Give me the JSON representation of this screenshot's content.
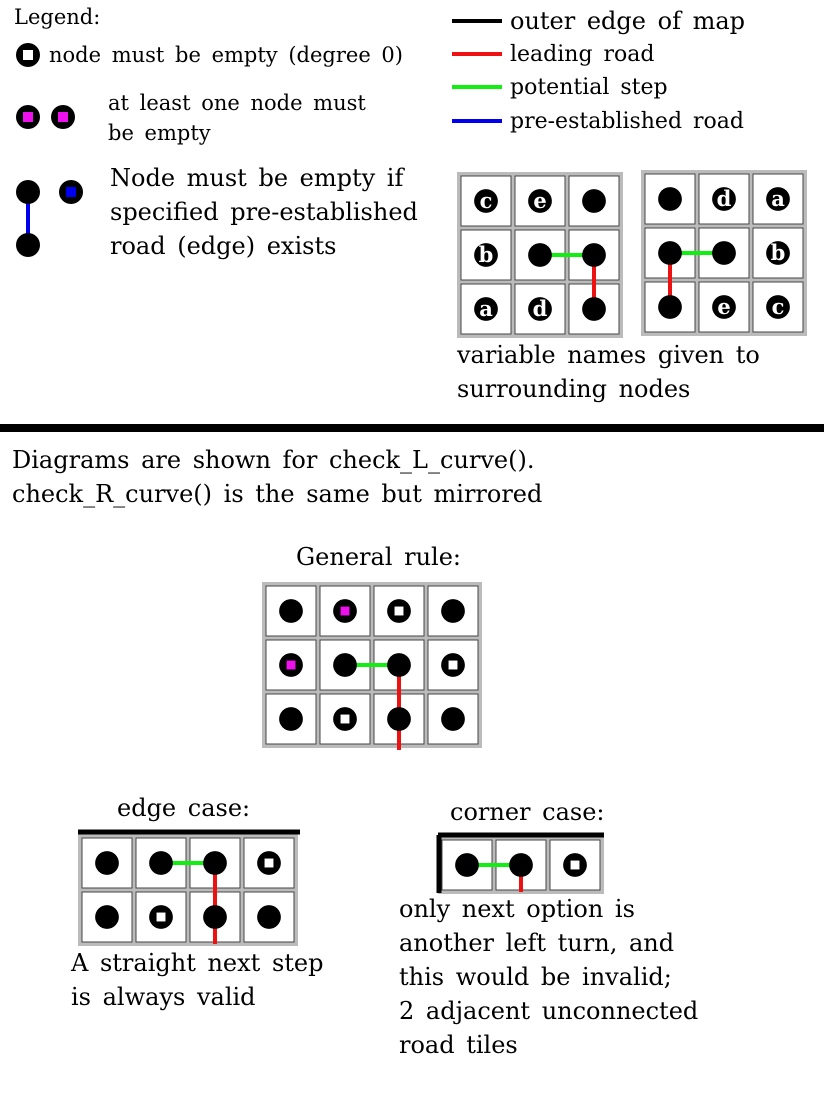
{
  "legend": {
    "title": "Legend:",
    "empty_node_text": "node must be empty (degree 0)",
    "one_empty_text": [
      "at least one node must",
      "be empty"
    ],
    "conditional_text": [
      "Node must be empty if",
      "specified pre-established",
      "road (edge) exists"
    ],
    "line_items": [
      {
        "label": "outer edge of map",
        "color": "#000000"
      },
      {
        "label": "leading road",
        "color": "#ee1111"
      },
      {
        "label": "potential step",
        "color": "#11ee11"
      },
      {
        "label": "pre-established road",
        "color": "#0000ee"
      }
    ],
    "variable_caption": [
      "variable names given to",
      "surrounding nodes"
    ],
    "grid_left_labels": [
      "c",
      "e",
      "",
      "b",
      "",
      "",
      "a",
      "d",
      ""
    ],
    "grid_right_labels": [
      "",
      "d",
      "a",
      "",
      "",
      "b",
      "",
      "e",
      "c"
    ]
  },
  "intro": {
    "line1": "Diagrams are shown for check_L_curve().",
    "line2": "check_R_curve() is the same but mirrored"
  },
  "general": {
    "title": "General rule:"
  },
  "edge_case": {
    "title": "edge case:",
    "caption": [
      "A straight next step",
      "is always valid"
    ]
  },
  "corner_case": {
    "title": "corner case:",
    "caption": [
      "only next option is",
      "another left turn, and",
      "this would be invalid;",
      "2 adjacent unconnected",
      "road tiles"
    ]
  },
  "colors": {
    "magenta": "#ee11ee",
    "blue": "#0000ee",
    "red": "#ee1111",
    "green": "#11ee11",
    "grid": "#bbbbbb"
  }
}
